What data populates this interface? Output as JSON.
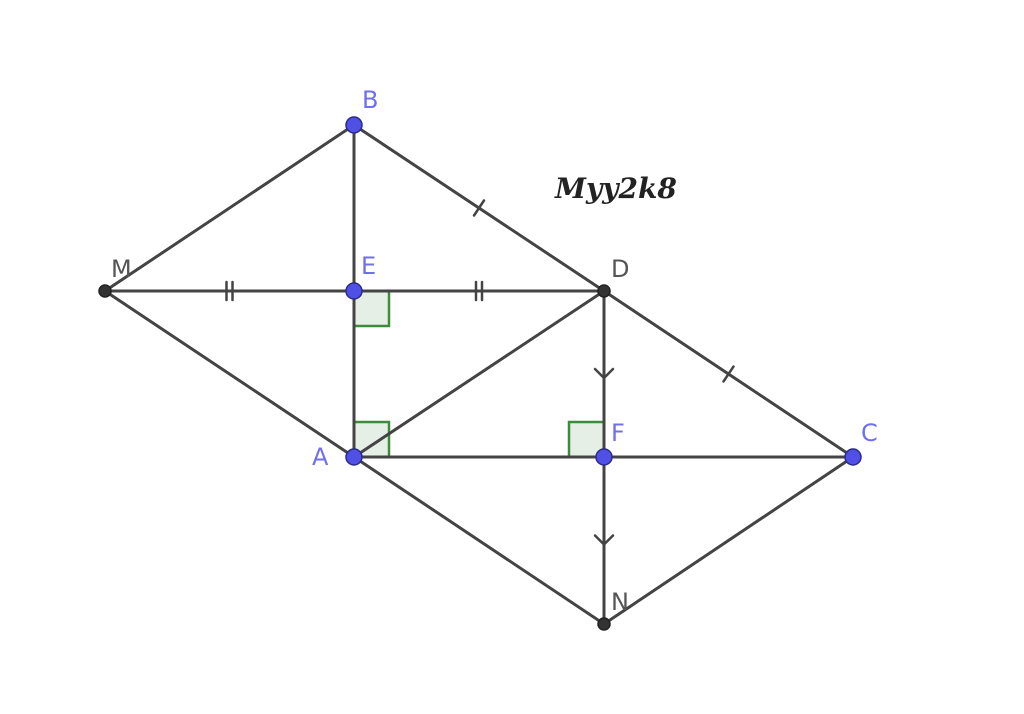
{
  "title": "Myy2k8",
  "colors": {
    "segment": "#444444",
    "free_point": "#5050e6",
    "free_point_label": "#7070ee",
    "dependent_point": "#333333",
    "dependent_point_label": "#555555",
    "right_angle_stroke": "#3c8c3c"
  },
  "points": [
    {
      "name": "B",
      "kind": "free"
    },
    {
      "name": "M",
      "kind": "dependent"
    },
    {
      "name": "E",
      "kind": "free"
    },
    {
      "name": "D",
      "kind": "dependent"
    },
    {
      "name": "A",
      "kind": "free"
    },
    {
      "name": "F",
      "kind": "free"
    },
    {
      "name": "C",
      "kind": "free"
    },
    {
      "name": "N",
      "kind": "dependent"
    }
  ],
  "segments": [
    [
      "M",
      "B"
    ],
    [
      "B",
      "D"
    ],
    [
      "D",
      "C"
    ],
    [
      "C",
      "N"
    ],
    [
      "N",
      "A"
    ],
    [
      "A",
      "M"
    ],
    [
      "M",
      "E"
    ],
    [
      "E",
      "D"
    ],
    [
      "B",
      "E"
    ],
    [
      "E",
      "A"
    ],
    [
      "A",
      "D"
    ],
    [
      "A",
      "F"
    ],
    [
      "F",
      "C"
    ],
    [
      "D",
      "F"
    ],
    [
      "F",
      "N"
    ]
  ],
  "equal_length_marks": {
    "single": [
      [
        "B",
        "D"
      ],
      [
        "D",
        "C"
      ]
    ],
    "double": [
      [
        "M",
        "E"
      ],
      [
        "E",
        "D"
      ]
    ]
  },
  "direction_arrows": [
    [
      "D",
      "F"
    ],
    [
      "F",
      "N"
    ]
  ],
  "right_angles": [
    "E",
    "A",
    "F"
  ]
}
